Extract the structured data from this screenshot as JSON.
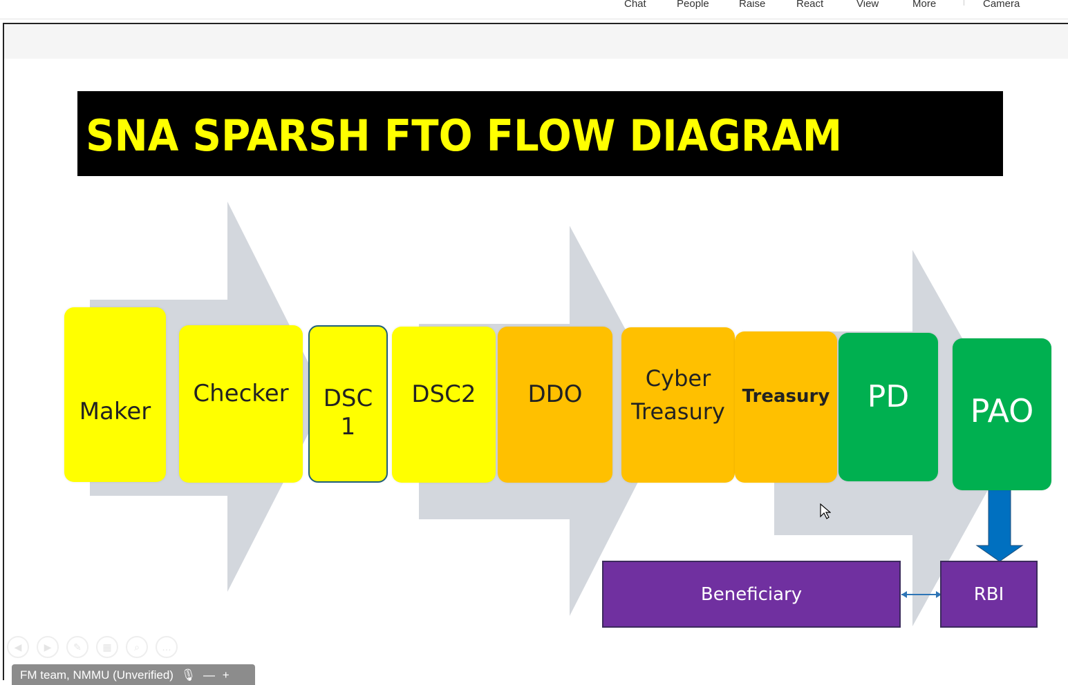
{
  "toolbar": {
    "items": [
      "Chat",
      "People",
      "Raise",
      "React",
      "View",
      "More",
      "Camera"
    ]
  },
  "slide": {
    "title": "SNA SPARSH FTO FLOW DIAGRAM",
    "steps": [
      "Maker",
      "Checker",
      "DSC 1",
      "DSC2",
      "DDO",
      "Cyber Treasury",
      "Treasury",
      "PD",
      "PAO"
    ],
    "beneficiary": "Beneficiary",
    "rbi": "RBI"
  },
  "colors": {
    "yellow": "#ffff00",
    "orange": "#ffc000",
    "green": "#00b050",
    "purple": "#7030a0",
    "blue": "#0070c0"
  },
  "participant": {
    "name": "FM team, NMMU (Unverified)",
    "minus": "—",
    "plus": "+"
  }
}
